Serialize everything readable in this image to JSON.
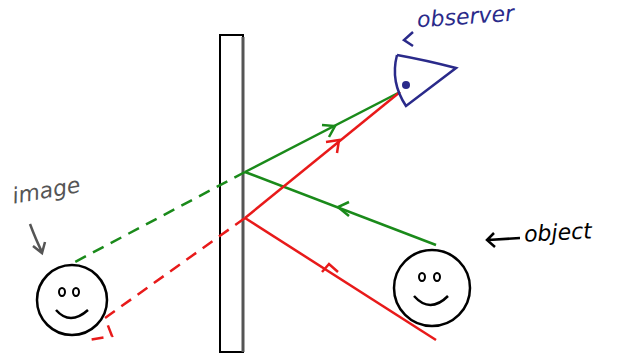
{
  "diagram": {
    "labels": [
      "observer",
      "object",
      "image"
    ]
  }
}
